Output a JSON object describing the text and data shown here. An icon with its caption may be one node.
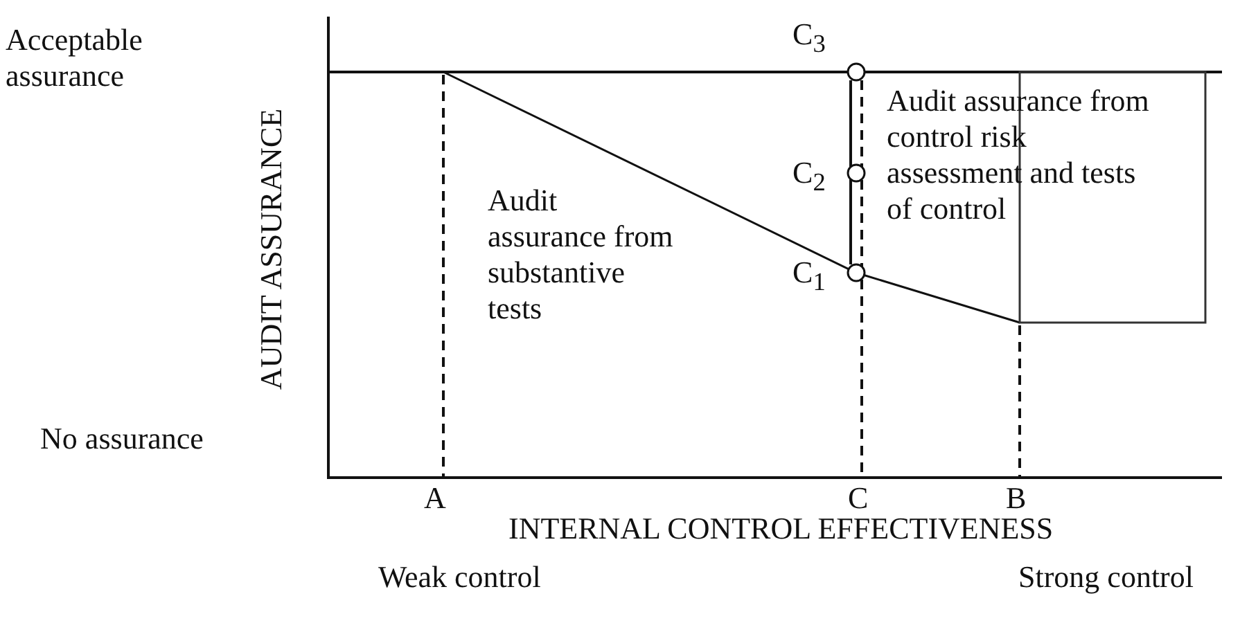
{
  "diagram": {
    "labels": [
      "Acceptable assurance",
      "C$_{3}$",
      "AUDIT ASSURANCE",
      "Audit assurance from control risk assessment and tests of control",
      "C$_{2}$",
      "Audit assurance from substantive tests",
      "C$_{1}$",
      "No assurance",
      "A",
      "C",
      "B",
      "INTERNAL CONTROL EFFECTIVENESS",
      "Weak control",
      "Strong control"
    ]
  }
}
